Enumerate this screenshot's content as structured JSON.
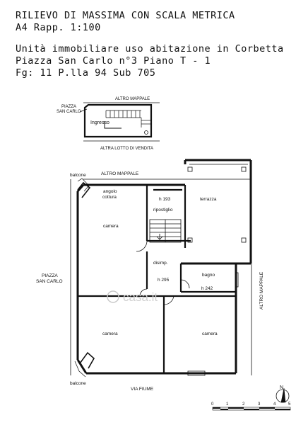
{
  "header": {
    "title": "RILIEVO DI MASSIMA CON SCALA METRICA",
    "scale": "A4 Rapp. 1:100",
    "unit_line": "Unità immobiliare uso abitazione in Corbetta",
    "address_line": "Piazza San Carlo n°3 Piano T - 1",
    "cadastral_line": "Fg: 11 P.lla 94 Sub 705"
  },
  "site_plan": {
    "altro_mappale": "ALTRO MAPPALE",
    "piazza_line1": "PIAZZA",
    "piazza_line2": "SAN CARLO",
    "ingresso": "Ingresso",
    "altro_lotto": "ALTRA LOTTO DI VENDITA"
  },
  "floor_plan": {
    "balcone_top": "balcone",
    "altro_mappale_top": "ALTRO MAPPALE",
    "angolo_line1": "angolo",
    "angolo_line2": "cottura",
    "h193": "h 193",
    "ripostiglio": "ripostiglio",
    "terrazza": "terrazza",
    "camera_top": "camera",
    "disimp": "disimp.",
    "h295": "h 295",
    "bagno": "bagno",
    "h242": "h 242",
    "piazza_line1": "PIAZZA",
    "piazza_line2": "SAN CARLO",
    "altro_mappale_right": "ALTRO MAPPALE",
    "camera_left": "camera",
    "camera_right": "camera",
    "balcone_bottom": "balcone",
    "via_fiume": "VIA FIUME"
  },
  "north_arrow": {
    "label": "N"
  },
  "scale_bar": {
    "ticks": [
      "0",
      "1",
      "2",
      "3",
      "4",
      "5"
    ]
  },
  "watermark": {
    "text": "casa.it"
  }
}
